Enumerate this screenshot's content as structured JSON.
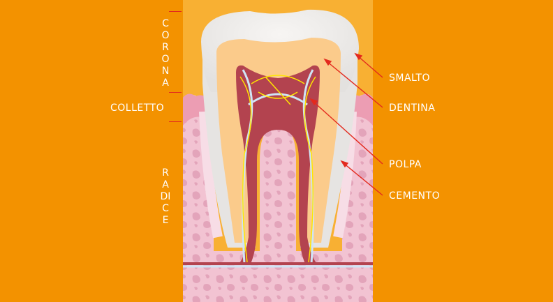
{
  "colors": {
    "background": "#F39200",
    "panel": "#F8B033",
    "enamel": "#EDEBEA",
    "dentin": "#FBCB8B",
    "pulp": "#B3434F",
    "gum": "#F2C3D2",
    "bone": "#E5A9BE",
    "leader": "#E32A1E",
    "nerve": "#FFE600",
    "vessel": "#CFE4F5"
  },
  "section_labels": {
    "corona": "CORONA",
    "colletto": "COLLETTO",
    "radice": "RADICE"
  },
  "callouts": [
    {
      "id": "smalto",
      "label": "SMALTO"
    },
    {
      "id": "dentina",
      "label": "DENTINA"
    },
    {
      "id": "polpa",
      "label": "POLPA"
    },
    {
      "id": "cemento",
      "label": "CEMENTO"
    }
  ]
}
